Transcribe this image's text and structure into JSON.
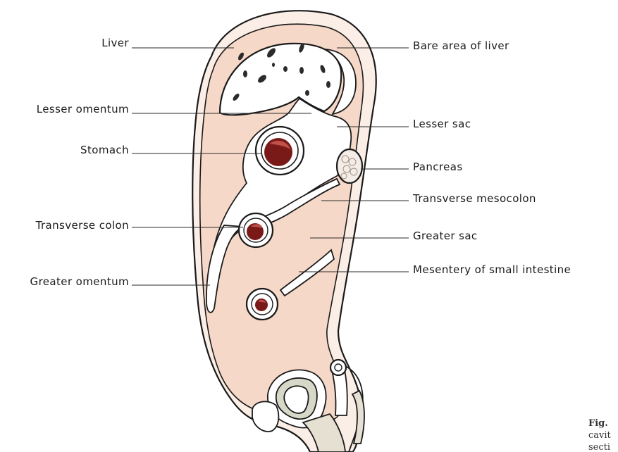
{
  "labels": {
    "liver": "Liver",
    "lesser_omentum": "Lesser omentum",
    "stomach": "Stomach",
    "transverse_colon": "Transverse colon",
    "greater_omentum": "Greater omentum",
    "bare_area": "Bare area of liver",
    "lesser_sac": "Lesser sac",
    "pancreas": "Pancreas",
    "transverse_mesocolon": "Transverse mesocolon",
    "greater_sac": "Greater sac",
    "mesentery": "Mesentery of small intestine"
  },
  "caption": {
    "fig": "Fig.",
    "line2": "cavit",
    "line3": "secti"
  },
  "colors": {
    "peritoneal_fill": "#f6d8c8",
    "organ_lumen": "#7a1a18",
    "outline": "#1a1a1a"
  }
}
